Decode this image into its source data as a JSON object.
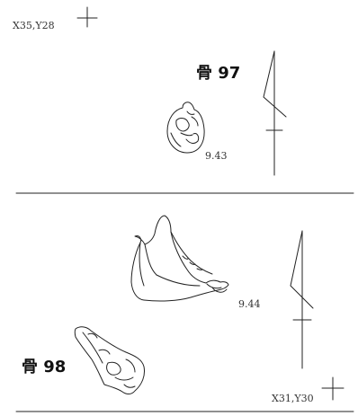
{
  "coordinates": {
    "top_left": "X35,Y28",
    "bottom_right": "X31,Y30"
  },
  "bones": [
    {
      "title": "骨 97",
      "measurement": "9.43"
    },
    {
      "title": "骨 98",
      "measurement": "9.44"
    }
  ],
  "colors": {
    "line": "#222222",
    "background": "#ffffff"
  }
}
